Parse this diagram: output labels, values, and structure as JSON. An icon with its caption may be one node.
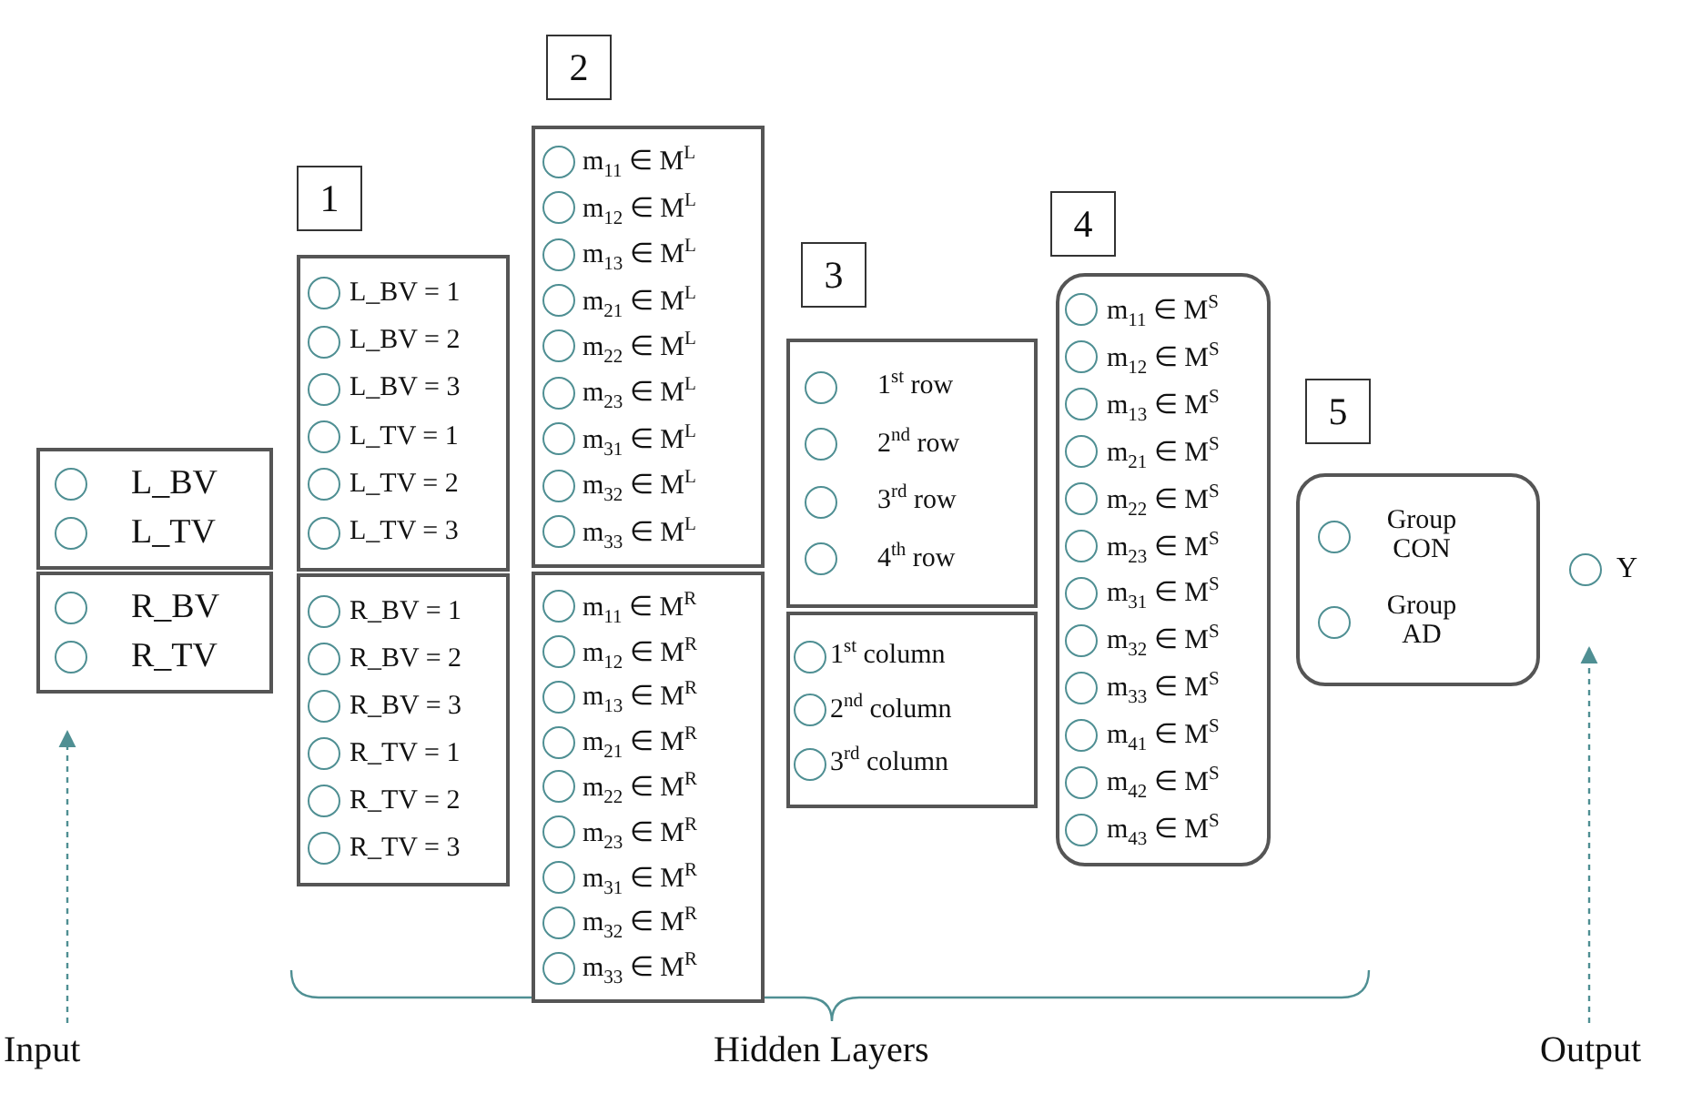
{
  "diagram": {
    "nodes": [
      {
        "text": [],
        "shape": "box"
      },
      {
        "text": [
          "L_BV"
        ],
        "in": 0
      },
      {
        "text": [
          "L_TV"
        ],
        "in": 0
      },
      {
        "text": [],
        "shape": "box"
      },
      {
        "text": [
          "R_BV"
        ],
        "in": 3
      },
      {
        "text": [
          "R_TV"
        ],
        "in": 3
      },
      {
        "text": [
          "1"
        ]
      },
      {
        "text": [],
        "shape": "box"
      },
      {
        "text": [
          "L_BV = 1"
        ],
        "in": 7
      },
      {
        "text": [
          "L_BV = 2"
        ],
        "in": 7
      },
      {
        "text": [
          "L_BV = 3"
        ],
        "in": 7
      },
      {
        "text": [
          "L_TV = 1"
        ],
        "in": 7
      },
      {
        "text": [
          "L_TV = 2"
        ],
        "in": 7
      },
      {
        "text": [
          "L_TV = 3"
        ],
        "in": 7
      },
      {
        "text": [],
        "shape": "box"
      },
      {
        "text": [
          "R_BV = 1"
        ],
        "in": 14
      },
      {
        "text": [
          "R_BV = 2"
        ],
        "in": 14
      },
      {
        "text": [
          "R_BV = 3"
        ],
        "in": 14
      },
      {
        "text": [
          "R_TV = 1"
        ],
        "in": 14
      },
      {
        "text": [
          "R_TV = 2"
        ],
        "in": 14
      },
      {
        "text": [
          "R_TV = 3"
        ],
        "in": 14
      },
      {
        "text": [
          "2"
        ]
      },
      {
        "text": [],
        "shape": "box"
      },
      {
        "text": [
          "m$_{11}$ ∈ M$^{L}$"
        ],
        "in": 22
      },
      {
        "text": [
          "m$_{12}$ ∈ M$^{L}$"
        ],
        "in": 22
      },
      {
        "text": [
          "m$_{13}$ ∈ M$^{L}$"
        ],
        "in": 22
      },
      {
        "text": [
          "m$_{21}$ ∈ M$^{L}$"
        ],
        "in": 22
      },
      {
        "text": [
          "m$_{22}$ ∈ M$^{L}$"
        ],
        "in": 22
      },
      {
        "text": [
          "m$_{23}$ ∈ M$^{L}$"
        ],
        "in": 22
      },
      {
        "text": [
          "m$_{31}$ ∈ M$^{L}$"
        ],
        "in": 22
      },
      {
        "text": [
          "m$_{32}$ ∈ M$^{L}$"
        ],
        "in": 22
      },
      {
        "text": [
          "m$_{33}$ ∈ M$^{L}$"
        ],
        "in": 22
      },
      {
        "text": [],
        "shape": "box"
      },
      {
        "text": [
          "m$_{11}$ ∈ M$^{R}$"
        ],
        "in": 32
      },
      {
        "text": [
          "m$_{12}$ ∈ M$^{R}$"
        ],
        "in": 32
      },
      {
        "text": [
          "m$_{13}$ ∈ M$^{R}$"
        ],
        "in": 32
      },
      {
        "text": [
          "m$_{21}$ ∈ M$^{R}$"
        ],
        "in": 32
      },
      {
        "text": [
          "m$_{22}$ ∈ M$^{R}$"
        ],
        "in": 32
      },
      {
        "text": [
          "m$_{23}$ ∈ M$^{R}$"
        ],
        "in": 32
      },
      {
        "text": [
          "m$_{31}$ ∈ M$^{R}$"
        ],
        "in": 32
      },
      {
        "text": [
          "m$_{32}$ ∈ M$^{R}$"
        ],
        "in": 32
      },
      {
        "text": [
          "m$_{33}$ ∈ M$^{R}$"
        ],
        "in": 32
      },
      {
        "text": [
          "3"
        ]
      },
      {
        "text": [],
        "shape": "box"
      },
      {
        "text": [
          "1$^{st}$ row"
        ],
        "in": 43
      },
      {
        "text": [
          "2$^{nd}$ row"
        ],
        "in": 43
      },
      {
        "text": [
          "3$^{rd}$ row"
        ],
        "in": 43
      },
      {
        "text": [
          "4$^{th}$ row"
        ],
        "in": 43
      },
      {
        "text": [],
        "shape": "box"
      },
      {
        "text": [
          "1$^{st}$ column"
        ],
        "in": 48
      },
      {
        "text": [
          "2$^{nd}$ column"
        ],
        "in": 48
      },
      {
        "text": [
          "3$^{rd}$ column"
        ],
        "in": 48
      },
      {
        "text": [
          "4"
        ]
      },
      {
        "text": [],
        "shape": "box"
      },
      {
        "text": [
          "m$_{11}$ ∈ M$^{S}$"
        ],
        "in": 53
      },
      {
        "text": [
          "m$_{12}$ ∈ M$^{S}$"
        ],
        "in": 53
      },
      {
        "text": [
          "m$_{13}$ ∈ M$^{S}$"
        ],
        "in": 53
      },
      {
        "text": [
          "m$_{21}$ ∈ M$^{S}$"
        ],
        "in": 53
      },
      {
        "text": [
          "m$_{22}$ ∈ M$^{S}$"
        ],
        "in": 53
      },
      {
        "text": [
          "m$_{23}$ ∈ M$^{S}$"
        ],
        "in": 53
      },
      {
        "text": [
          "m$_{31}$ ∈ M$^{S}$"
        ],
        "in": 53
      },
      {
        "text": [
          "m$_{32}$ ∈ M$^{S}$"
        ],
        "in": 53
      },
      {
        "text": [
          "m$_{33}$ ∈ M$^{S}$"
        ],
        "in": 53
      },
      {
        "text": [
          "m$_{41}$ ∈ M$^{S}$"
        ],
        "in": 53
      },
      {
        "text": [
          "m$_{42}$ ∈ M$^{S}$"
        ],
        "in": 53
      },
      {
        "text": [
          "m$_{43}$ ∈ M$^{S}$"
        ],
        "in": 53
      },
      {
        "text": [
          "5"
        ]
      },
      {
        "text": [],
        "shape": "box"
      },
      {
        "text": [
          "Group CON"
        ],
        "in": 67
      },
      {
        "text": [
          "Group AD"
        ],
        "in": 67
      },
      {
        "text": [
          "Y"
        ]
      },
      {
        "text": [
          "Input"
        ]
      },
      {
        "text": [
          "Output"
        ]
      }
    ],
    "edges": [
      {
        "from": 71,
        "to": 3,
        "arrow": "to",
        "style": "dashed"
      },
      {
        "from": 72,
        "to": 70,
        "arrow": "to",
        "style": "dashed"
      }
    ],
    "labels": [
      "Hidden Layers"
    ]
  }
}
